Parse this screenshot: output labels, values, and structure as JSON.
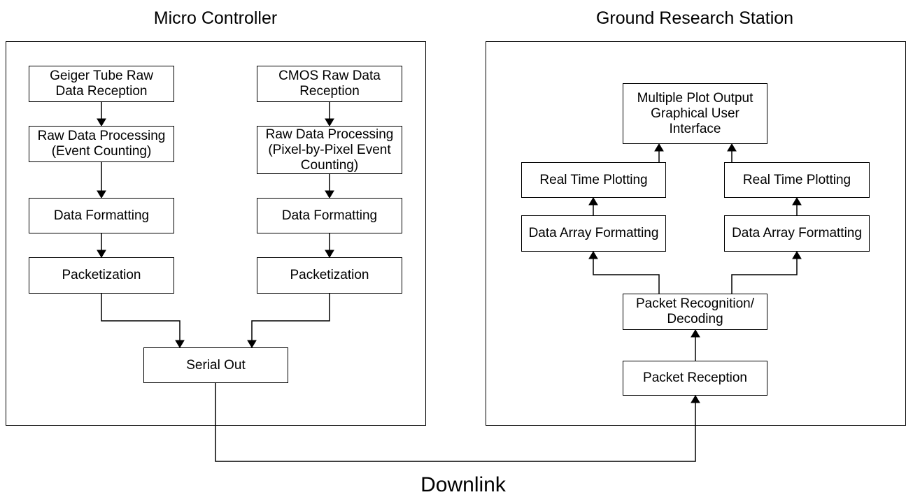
{
  "titles": {
    "micro_controller": "Micro Controller",
    "ground_station": "Ground Research Station",
    "downlink": "Downlink"
  },
  "nodes": {
    "geiger_reception": "Geiger Tube Raw\nData Reception",
    "geiger_processing": "Raw Data Processing\n(Event Counting)",
    "geiger_formatting": "Data Formatting",
    "geiger_packetization": "Packetization",
    "cmos_reception": "CMOS Raw Data\nReception",
    "cmos_processing": "Raw Data Processing\n(Pixel-by-Pixel Event\nCounting)",
    "cmos_formatting": "Data Formatting",
    "cmos_packetization": "Packetization",
    "serial_out": "Serial Out",
    "plot_output": "Multiple Plot Output\nGraphical User\nInterface",
    "plotting_left": "Real Time Plotting",
    "plotting_right": "Real Time Plotting",
    "array_left": "Data Array Formatting",
    "array_right": "Data Array Formatting",
    "packet_recognition": "Packet Recognition/\nDecoding",
    "packet_reception": "Packet Reception"
  },
  "colors": {
    "stroke": "#000000",
    "fill": "#ffffff",
    "background": "#ffffff"
  }
}
